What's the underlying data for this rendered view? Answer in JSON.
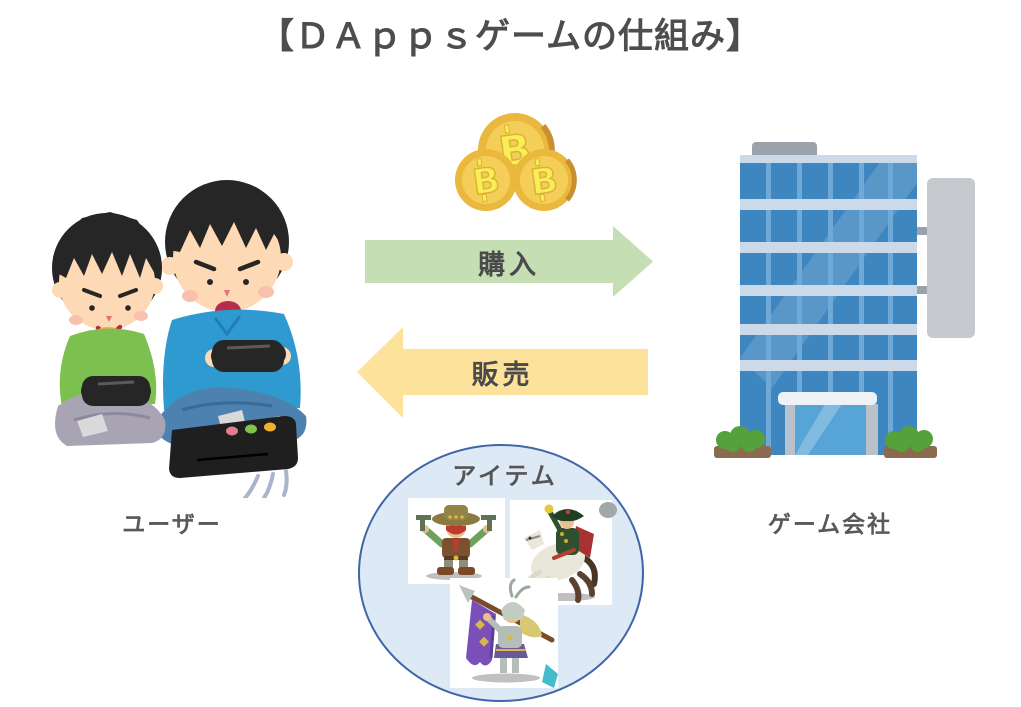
{
  "title": "【ＤＡｐｐｓゲームの仕組み】",
  "left_actor": {
    "label": "ユーザー",
    "illustration": "two-gamers-with-controllers-and-console"
  },
  "right_actor": {
    "label": "ゲーム会社",
    "illustration": "blue-office-building-with-sign"
  },
  "flows": {
    "purchase": {
      "label": "購入",
      "direction": "right",
      "color": "#c5deb4"
    },
    "sell": {
      "label": "販売",
      "direction": "left",
      "color": "#fce29b"
    }
  },
  "currency": {
    "icon": "bitcoin-coins",
    "coin_count": 3
  },
  "items_group": {
    "label": "アイテム",
    "ellipse_fill": "#dde9f5",
    "ellipse_border": "#3f66a8",
    "sprites": [
      "cowboy-gunslinger",
      "general-on-horseback",
      "knight-with-banner-and-spear"
    ]
  },
  "colors": {
    "title_text": "#4d4d4d",
    "label_text": "#595959",
    "arrow_text": "#4a4a4a",
    "coin_gold": "#e9b83d",
    "coin_face": "#f4ce58",
    "coin_symbol": "#f9ee55",
    "building_glass": "#3e86c0",
    "shirt_green": "#7cc04f",
    "shirt_blue": "#2f9ad0"
  }
}
